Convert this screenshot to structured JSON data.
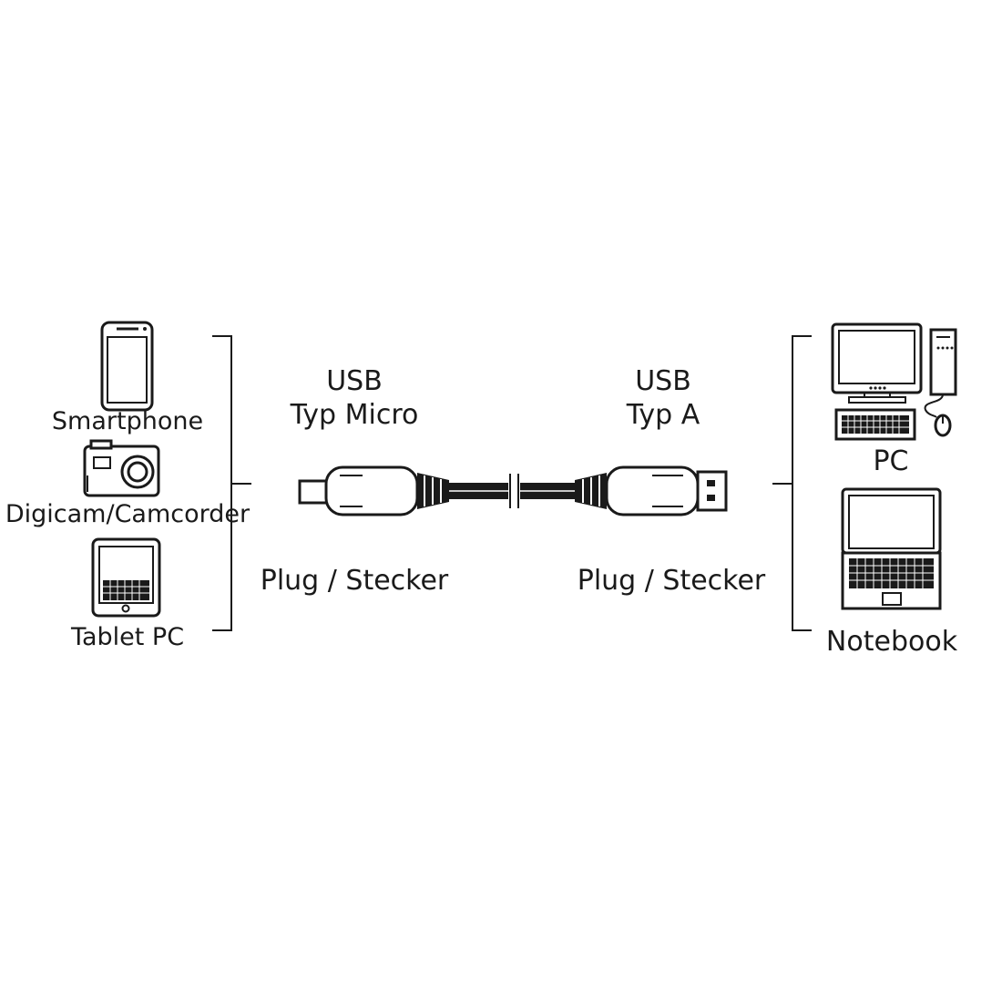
{
  "devices_left": {
    "smartphone": "Smartphone",
    "digicam": "Digicam/Camcorder",
    "tablet": "Tablet PC"
  },
  "devices_right": {
    "pc": "PC",
    "notebook": "Notebook"
  },
  "connector_left": {
    "line1": "USB",
    "line2": "Typ Micro",
    "plug": "Plug / Stecker"
  },
  "connector_right": {
    "line1": "USB",
    "line2": "Typ A",
    "plug": "Plug / Stecker"
  }
}
